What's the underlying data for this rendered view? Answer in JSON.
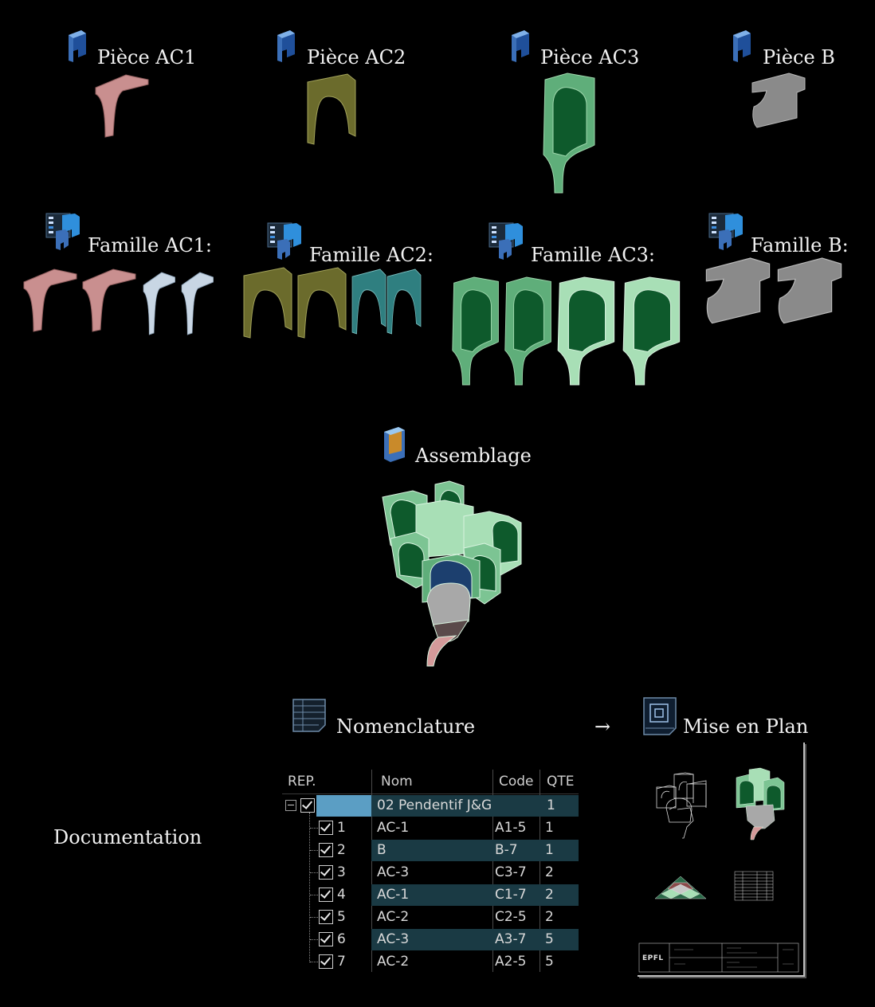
{
  "pieces": [
    {
      "label": "Pièce AC1",
      "icon": "part-icon",
      "color": "#c98f8f"
    },
    {
      "label": "Pièce AC2",
      "icon": "part-icon",
      "color": "#6b6b2c"
    },
    {
      "label": "Pièce AC3",
      "icon": "part-icon",
      "color": "#3f8f5f"
    },
    {
      "label": "Pièce B",
      "icon": "part-icon",
      "color": "#8a8a8a"
    }
  ],
  "families": [
    {
      "label": "Famille AC1:",
      "icon": "family-table-icon"
    },
    {
      "label": "Famille AC2:",
      "icon": "family-table-icon"
    },
    {
      "label": "Famille AC3:",
      "icon": "family-table-icon"
    },
    {
      "label": "Famille B:",
      "icon": "family-table-icon"
    }
  ],
  "assembly": {
    "label": "Assemblage",
    "icon": "assembly-icon"
  },
  "documentation": {
    "label": "Documentation"
  },
  "nomenclature": {
    "label": "Nomenclature",
    "icon": "bill-of-materials-icon",
    "arrow": "→",
    "columns": [
      "REP.",
      "Nom",
      "Code",
      "QTE"
    ],
    "root": {
      "nom": "02 Pendentif J&G",
      "qte": "1"
    },
    "rows": [
      {
        "rep": "1",
        "nom": "AC-1",
        "code": "A1-5",
        "qte": "1"
      },
      {
        "rep": "2",
        "nom": "B",
        "code": "B-7",
        "qte": "1"
      },
      {
        "rep": "3",
        "nom": "AC-3",
        "code": "C3-7",
        "qte": "2"
      },
      {
        "rep": "4",
        "nom": "AC-1",
        "code": "C1-7",
        "qte": "2"
      },
      {
        "rep": "5",
        "nom": "AC-2",
        "code": "C2-5",
        "qte": "2"
      },
      {
        "rep": "6",
        "nom": "AC-3",
        "code": "A3-7",
        "qte": "5"
      },
      {
        "rep": "7",
        "nom": "AC-2",
        "code": "A2-5",
        "qte": "5"
      }
    ]
  },
  "drawing": {
    "label": "Mise en Plan",
    "icon": "drawing-sheet-icon",
    "logo": "EPFL"
  },
  "colors": {
    "ac1": "#c98f8f",
    "ac1_alt": "#c8d6e4",
    "ac2": "#6b6b2c",
    "ac2_alt": "#2f7f80",
    "ac3": "#3f8f5f",
    "ac3_alt": "#9fd8ad",
    "b": "#8a8a8a",
    "row_highlight": "#1a3a44",
    "root_highlight": "#5b9ec4"
  }
}
